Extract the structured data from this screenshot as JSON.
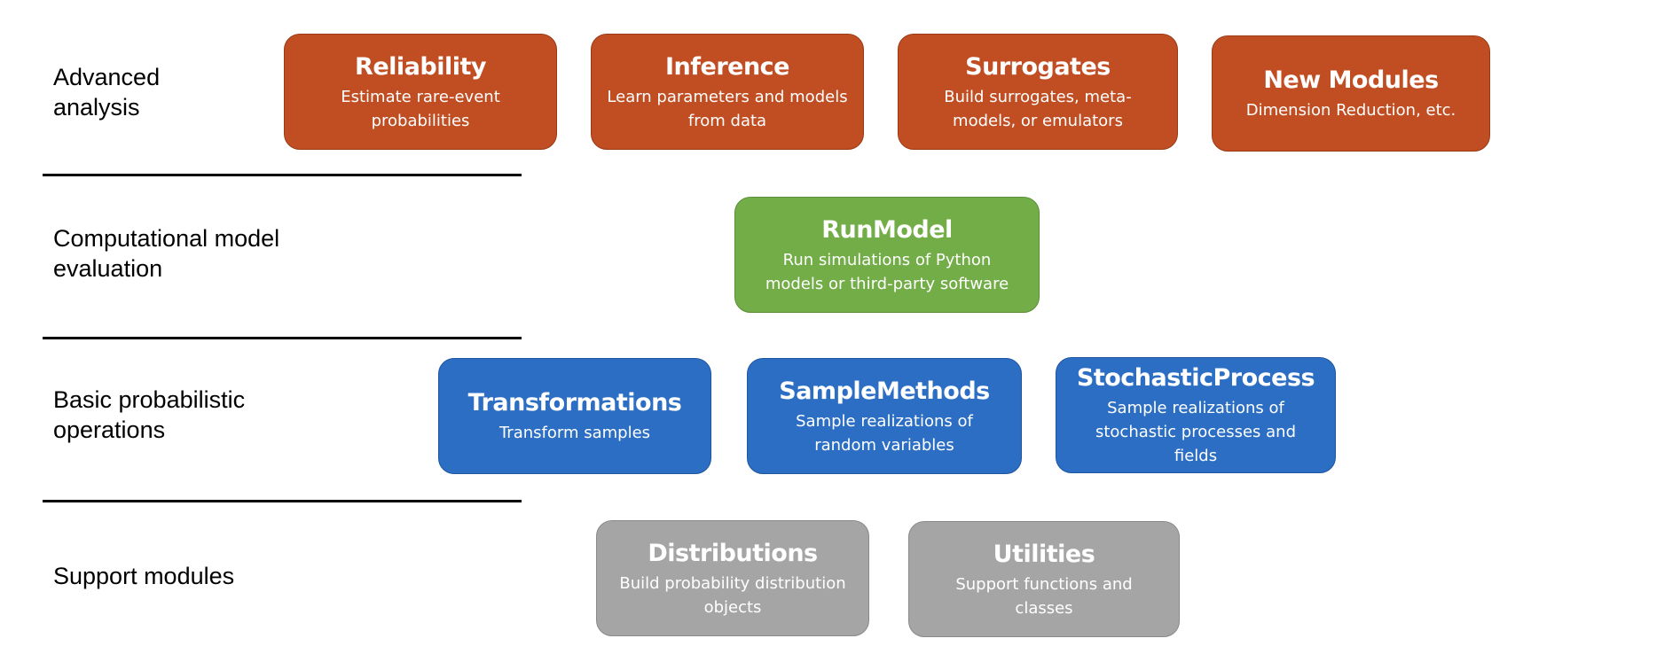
{
  "rows": {
    "advanced": "Advanced\nanalysis",
    "computational": "Computational model\nevaluation",
    "basic": "Basic probabilistic\noperations",
    "support": "Support modules"
  },
  "modules": {
    "reliability": {
      "title": "Reliability",
      "desc": "Estimate rare-event\nprobabilities"
    },
    "inference": {
      "title": "Inference",
      "desc": "Learn parameters and models\nfrom data"
    },
    "surrogates": {
      "title": "Surrogates",
      "desc": "Build surrogates, meta-\nmodels, or emulators"
    },
    "new_modules": {
      "title": "New Modules",
      "desc": "Dimension Reduction, etc."
    },
    "runmodel": {
      "title": "RunModel",
      "desc": "Run simulations of Python\nmodels or third-party software"
    },
    "transformations": {
      "title": "Transformations",
      "desc": "Transform samples"
    },
    "samplemethods": {
      "title": "SampleMethods",
      "desc": "Sample realizations of\nrandom variables"
    },
    "stochasticprocess": {
      "title": "StochasticProcess",
      "desc": "Sample realizations of\nstochastic processes and\nfields"
    },
    "distributions": {
      "title": "Distributions",
      "desc": "Build probability distribution\nobjects"
    },
    "utilities": {
      "title": "Utilities",
      "desc": "Support  functions and\nclasses"
    }
  },
  "colors": {
    "advanced": "#c14e22",
    "computational": "#72ad47",
    "basic": "#2b6ec4",
    "support": "#a5a5a5"
  }
}
